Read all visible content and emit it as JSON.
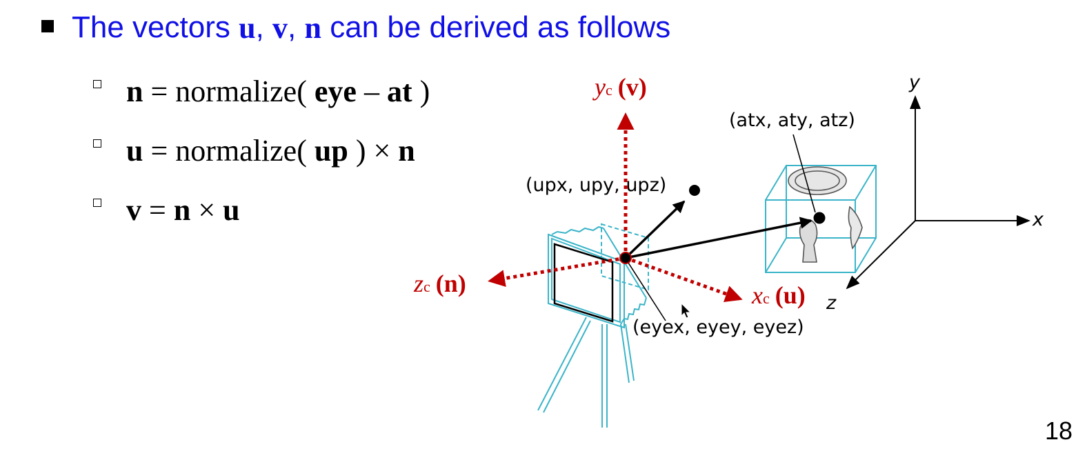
{
  "heading": {
    "prefix": "The vectors ",
    "u": "u",
    "sep1": ", ",
    "v": "v",
    "sep2": ", ",
    "n": "n",
    "suffix": " can be derived as follows"
  },
  "bullets": [
    {
      "lhs": "n",
      "eq": " = normalize(",
      "a": "eye",
      "op": " – ",
      "b": "at",
      "end": " )"
    },
    {
      "lhs": "u",
      "eq": " = normalize(",
      "a": "up",
      "end": " ) × ",
      "c": "n"
    },
    {
      "lhs": "v",
      "eq": " = ",
      "a": "n",
      "op": " × ",
      "b": "u"
    }
  ],
  "diagram": {
    "colors": {
      "camera_axes": "#c00000",
      "object_outline": "#3ab4c8",
      "vectors": "#000000"
    },
    "labels": {
      "up_point": "(upx, upy, upz)",
      "at_point": "(atx, aty, atz)",
      "eye_point": "(eyex, eyey, eyez)",
      "world_y": "y",
      "world_x": "x",
      "world_z": "z",
      "yc_var": "y",
      "yc_sub": "c",
      "yc_vec": "(v)",
      "zc_var": "z",
      "zc_sub": "c",
      "zc_vec": "(n)",
      "xc_var": "x",
      "xc_sub": "c",
      "xc_vec": "(u)"
    }
  },
  "page_number": "18"
}
